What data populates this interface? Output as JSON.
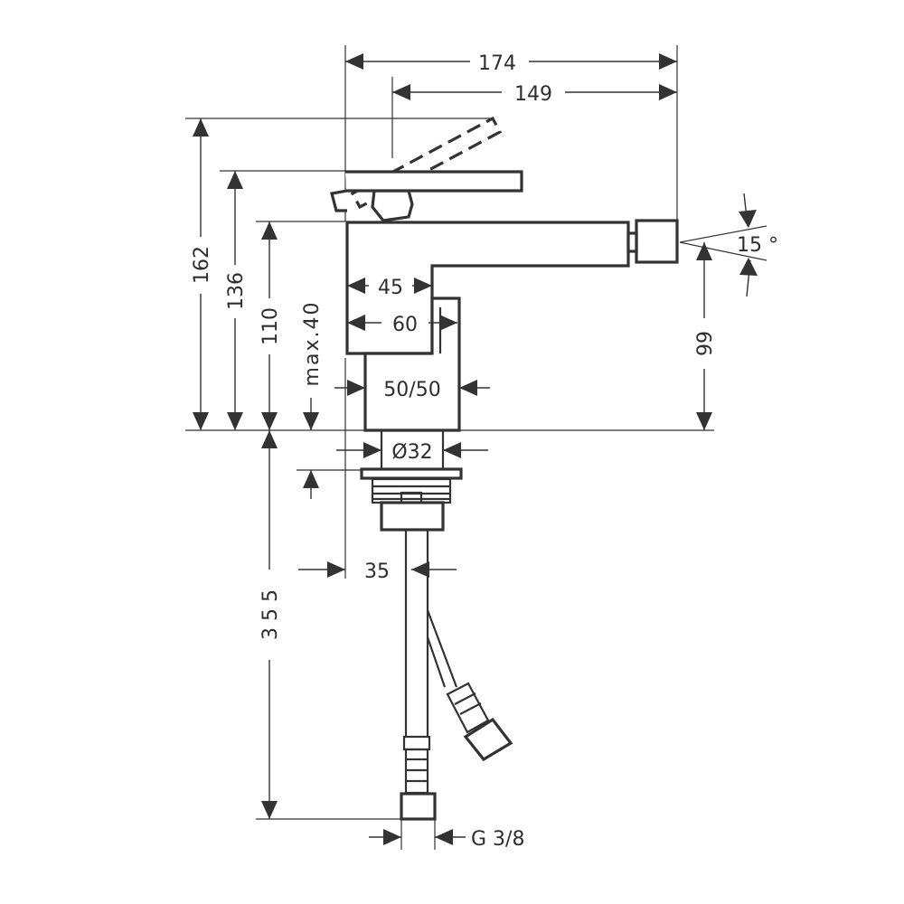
{
  "dimensions": {
    "overall_width": "174",
    "spout_reach": "149",
    "total_height": "162",
    "lever_height": "136",
    "body_height": "110",
    "max_deck_thickness": "max.40",
    "spout_height": "99",
    "spray_angle": "15 °",
    "inner_width_small": "45",
    "inner_width_large": "60",
    "mixing_ratio": "50/50",
    "mount_diameter": "Ø32",
    "hose_offset": "35",
    "hose_length": "3 5 5",
    "connection_thread": "G 3/8"
  },
  "colors": {
    "line": "#333333",
    "text": "#2e2e2e",
    "background": "#ffffff"
  }
}
